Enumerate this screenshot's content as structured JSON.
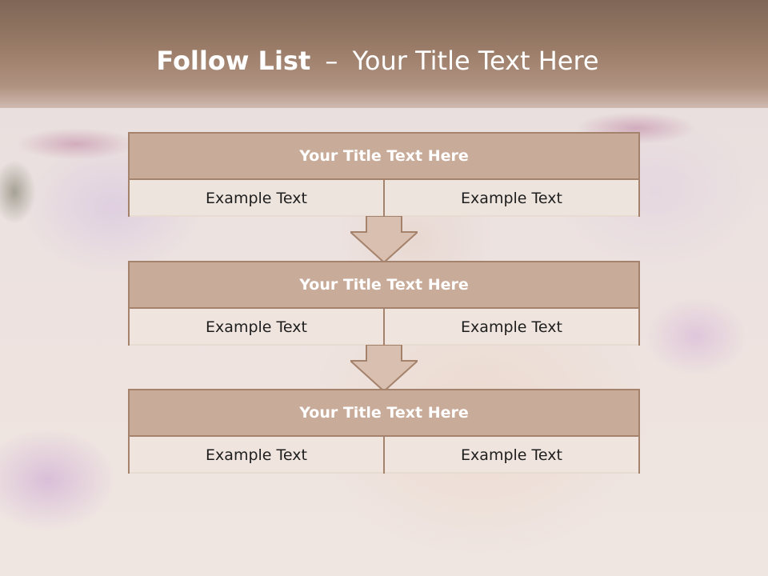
{
  "slide": {
    "title_strong": "Follow List",
    "title_separator": "–",
    "title_rest": "Your Title Text Here"
  },
  "blocks": [
    {
      "title": "Your Title Text Here",
      "left": "Example Text",
      "right": "Example Text"
    },
    {
      "title": "Your Title Text Here",
      "left": "Example Text",
      "right": "Example Text"
    },
    {
      "title": "Your Title Text Here",
      "left": "Example Text",
      "right": "Example Text"
    }
  ],
  "colors": {
    "header_band": "#9a7c68",
    "box_header": "#c9ab9a",
    "box_border": "#a5826c",
    "box_body": "#ece2dc"
  }
}
